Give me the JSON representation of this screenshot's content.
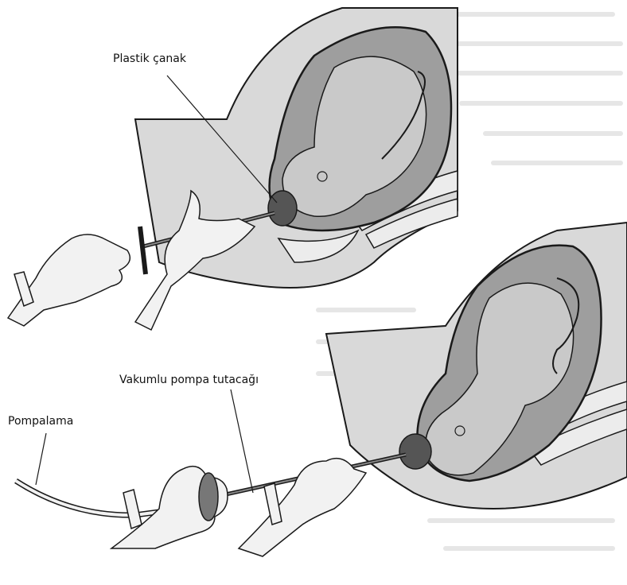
{
  "labels": {
    "cup": "Plastik çanak",
    "handle": "Vakumlu pompa tutacağı",
    "pump": "Pompalama"
  },
  "colors": {
    "background": "#ffffff",
    "faded_text": "#e2e2e2",
    "skin_gray": "#d9d9d9",
    "uterus_wall": "#9e9e9e",
    "amniotic_gray": "#8c8c8c",
    "fetus": "#c9c9c9",
    "cup_dark": "#555555",
    "outline": "#1a1a1a",
    "glove": "#f2f2f2"
  },
  "icons": [
    "vacuum-cup-icon",
    "vacuum-handle-icon",
    "pump-tube-icon",
    "gloved-hand-icon",
    "fetus-icon"
  ]
}
